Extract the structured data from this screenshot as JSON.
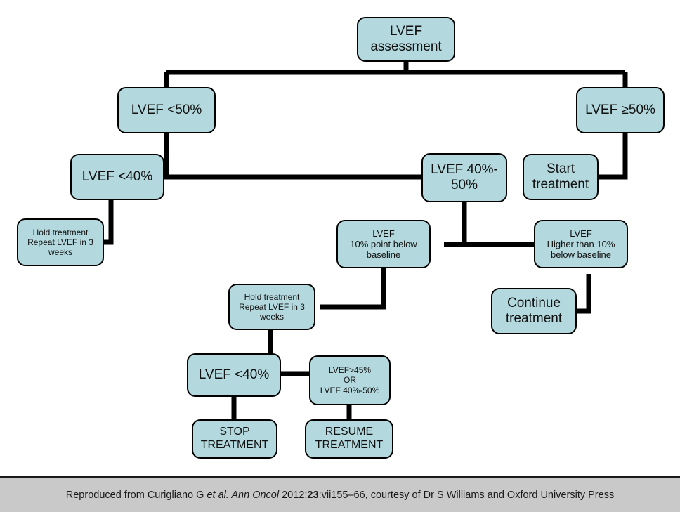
{
  "figure": {
    "type": "flowchart",
    "title": "LVEF assessment algorithm",
    "colors": {
      "node_fill": "#b3d9de",
      "node_border": "#000000",
      "connector": "#000000",
      "canvas": "#ffffff",
      "footer_bg": "#c9c9c9"
    }
  },
  "nodes": [
    {
      "id": "lvef-assessment",
      "label": "LVEF\nassessment"
    },
    {
      "id": "lvef-lt-50",
      "label": "LVEF <50%"
    },
    {
      "id": "lvef-ge-50",
      "label": "LVEF ≥50%"
    },
    {
      "id": "lvef-lt-40",
      "label": "LVEF <40%"
    },
    {
      "id": "lvef-40-50",
      "label": "LVEF 40%-\n50%"
    },
    {
      "id": "start-treatment",
      "label": "Start\ntreatment"
    },
    {
      "id": "hold-treatment-left",
      "label": "Hold treatment\nRepeat LVEF in 3\nweeks"
    },
    {
      "id": "lvef-10-point-below",
      "label": "LVEF\n10% point below\nbaseline"
    },
    {
      "id": "lvef-higher-than-10",
      "label": "LVEF\nHigher than 10%\nbelow baseline"
    },
    {
      "id": "continue-treatment",
      "label": "Continue\ntreatment"
    },
    {
      "id": "hold-treatment-mid",
      "label": "Hold treatment\nRepeat LVEF in 3\nweeks"
    },
    {
      "id": "lvef-lt-40-lower",
      "label": "LVEF <40%"
    },
    {
      "id": "lvef-gt-45-or-40-50",
      "label": "LVEF>45%\nOR\nLVEF 40%-50%"
    },
    {
      "id": "stop-treatment",
      "label": "STOP\nTREATMENT"
    },
    {
      "id": "resume-treatment",
      "label": "RESUME\nTREATMENT"
    }
  ],
  "edges": [
    {
      "from": "lvef-assessment",
      "to": "lvef-lt-50"
    },
    {
      "from": "lvef-assessment",
      "to": "lvef-ge-50"
    },
    {
      "from": "lvef-lt-50",
      "to": "lvef-lt-40"
    },
    {
      "from": "lvef-lt-50",
      "to": "lvef-40-50"
    },
    {
      "from": "lvef-ge-50",
      "to": "start-treatment"
    },
    {
      "from": "lvef-lt-40",
      "to": "hold-treatment-left"
    },
    {
      "from": "lvef-40-50",
      "to": "lvef-10-point-below"
    },
    {
      "from": "lvef-40-50",
      "to": "lvef-higher-than-10"
    },
    {
      "from": "lvef-higher-than-10",
      "to": "continue-treatment"
    },
    {
      "from": "lvef-10-point-below",
      "to": "hold-treatment-mid"
    },
    {
      "from": "hold-treatment-mid",
      "to": "lvef-lt-40-lower"
    },
    {
      "from": "hold-treatment-mid",
      "to": "lvef-gt-45-or-40-50"
    },
    {
      "from": "lvef-lt-40-lower",
      "to": "stop-treatment"
    },
    {
      "from": "lvef-gt-45-or-40-50",
      "to": "resume-treatment"
    }
  ],
  "footer": {
    "caption_prefix": "Reproduced from Curigliano G ",
    "caption_italic": "et al. Ann Oncol",
    "caption_mid": " 2012;",
    "caption_bold": "23",
    "caption_suffix": ":vii155–66, courtesy of Dr S Williams and Oxford University Press"
  }
}
